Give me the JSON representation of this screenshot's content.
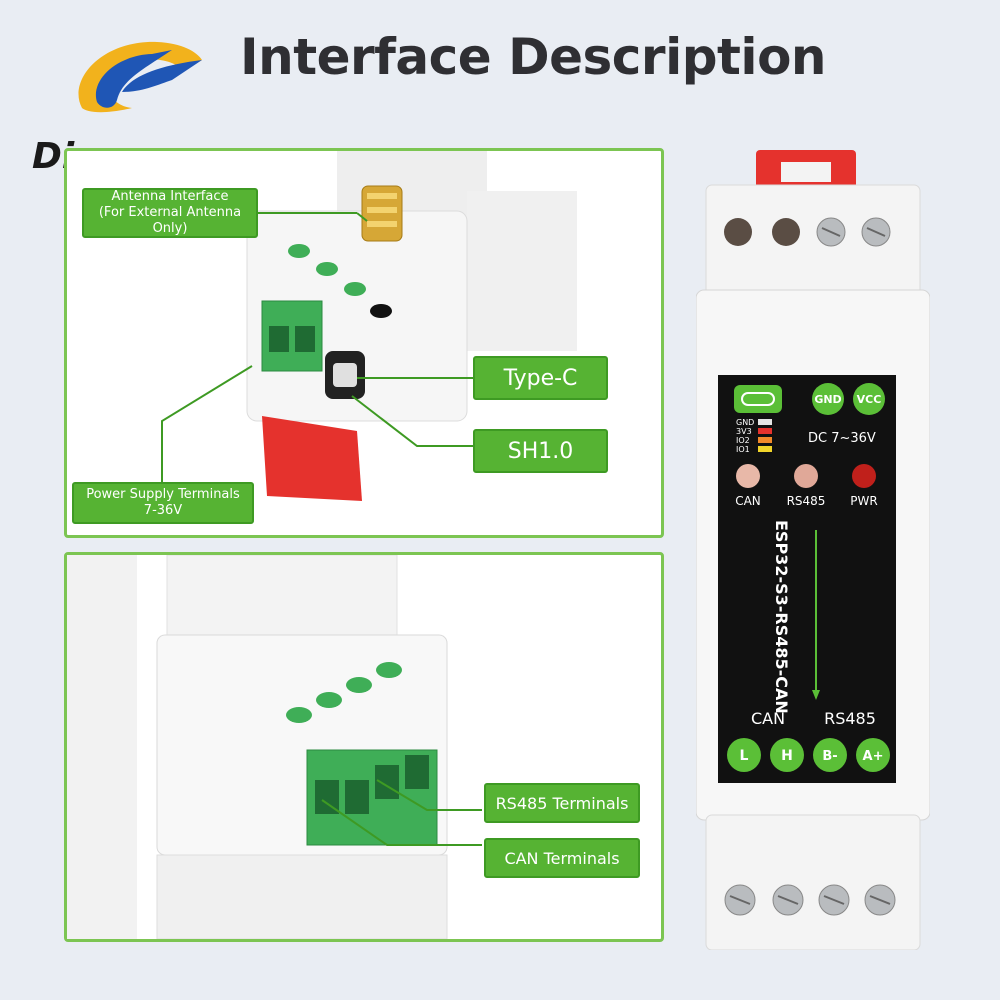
{
  "header": {
    "title": "Interface Description",
    "brand": "Diymore"
  },
  "callouts": {
    "antenna_line1": "Antenna Interface",
    "antenna_line2": "(For External Antenna Only)",
    "typec": "Type-C",
    "sh10": "SH1.0",
    "power_line1": "Power Supply Terminals",
    "power_line2": "7-36V",
    "rs485": "RS485 Terminals",
    "can": "CAN Terminals"
  },
  "device": {
    "gnd": "GND",
    "vcc": "VCC",
    "dc_range": "DC 7~36V",
    "pins": [
      "GND",
      "3V3",
      "IO2",
      "IO1"
    ],
    "leds": [
      "CAN",
      "RS485",
      "PWR"
    ],
    "model": "ESP32-S3-RS485-CAN",
    "group_can": "CAN",
    "group_rs485": "RS485",
    "terminals": [
      "L",
      "H",
      "B-",
      "A+"
    ]
  },
  "colors": {
    "accent": "#56b333",
    "panel_border": "#7cc552",
    "terminal": "#3fae57",
    "latch": "#e5322d"
  }
}
